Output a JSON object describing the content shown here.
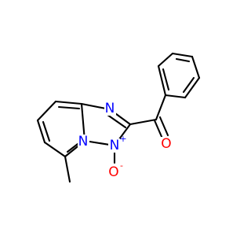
{
  "molecule": {
    "colors": {
      "carbon_bond": "#000000",
      "nitrogen": "#0000ff",
      "oxygen": "#ff0000"
    },
    "labels": {
      "n_imine": "N",
      "n_bridgehead": "N",
      "n_oxide": "N",
      "n_oxide_charge": "+",
      "o_carbonyl": "O",
      "o_oxide": "O",
      "o_oxide_charge": "-"
    }
  }
}
